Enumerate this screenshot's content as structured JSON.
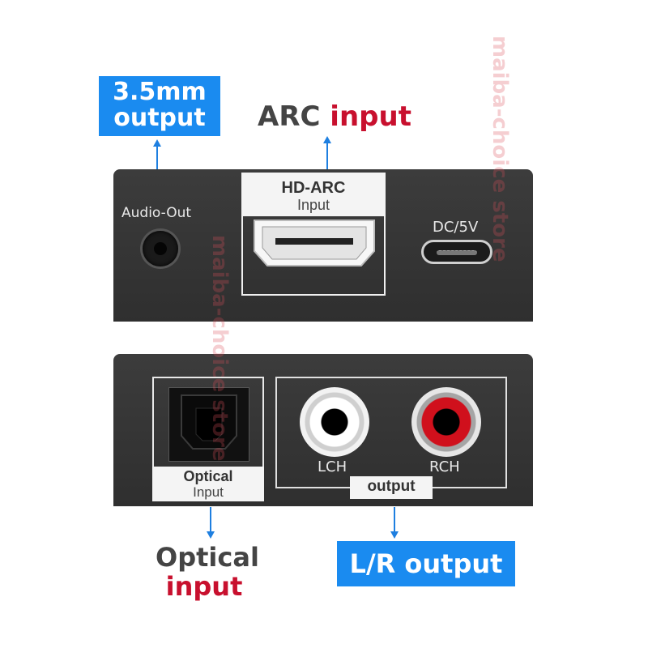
{
  "callouts": {
    "mm_output_line1": "3.5mm",
    "mm_output_line2": "output",
    "arc_word": "ARC",
    "arc_input_word": "input",
    "optical_word": "Optical",
    "optical_input_word": "input",
    "lr_output": "L/R output"
  },
  "top_panel": {
    "audio_out_label": "Audio-Out",
    "hdarc_title": "HD-ARC",
    "hdarc_sub": "Input",
    "dc_label": "DC/5V"
  },
  "bottom_panel": {
    "optical_title": "Optical",
    "optical_sub": "Input",
    "lch_label": "LCH",
    "rch_label": "RCH",
    "output_label": "output"
  },
  "watermark": "maiba-choice store",
  "colors": {
    "callout_blue": "#1a8bf0",
    "accent_red": "#c8102e",
    "panel_dark": "#333333",
    "rca_red": "#d0101c"
  }
}
